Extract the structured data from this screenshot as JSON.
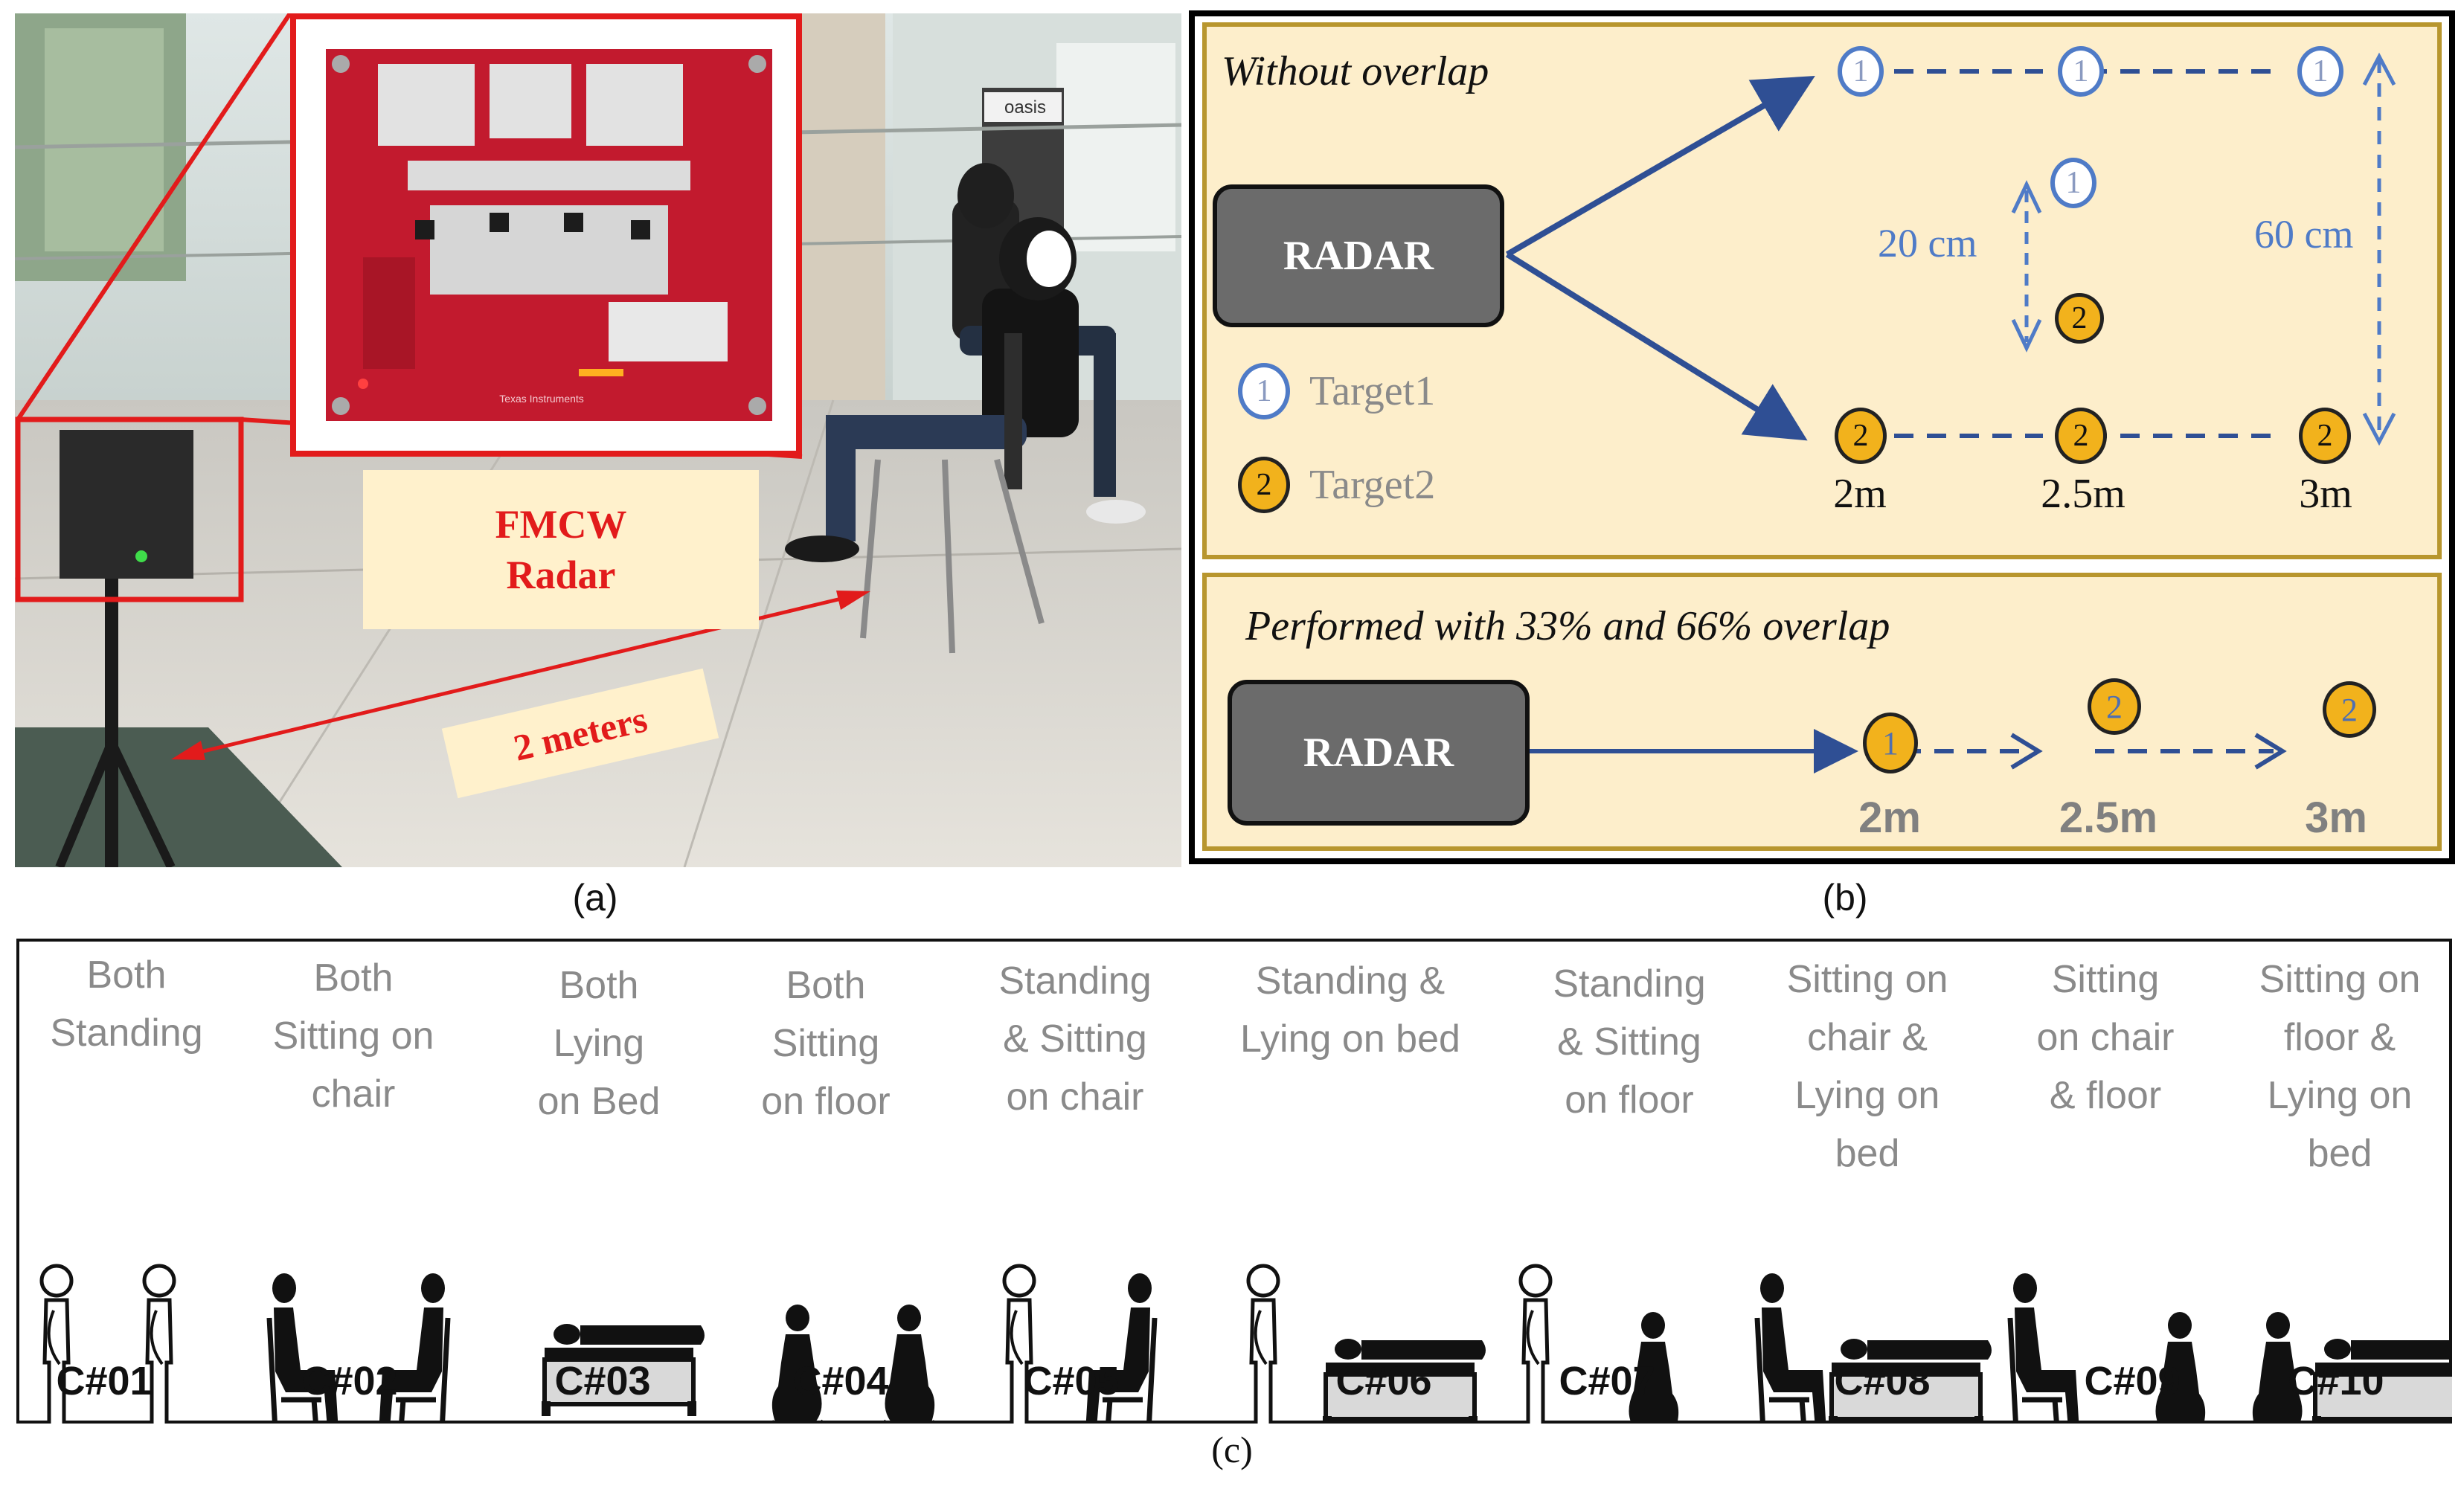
{
  "panel_a": {
    "radar_label_line1": "FMCW",
    "radar_label_line2": "Radar",
    "distance_label": "2 meters",
    "caption": "(a)",
    "board_text": "Texas Instruments",
    "sign_text": "oasis"
  },
  "panel_b": {
    "caption": "(b)",
    "top": {
      "title": "Without overlap",
      "radar_label": "RADAR",
      "target1_num": "1",
      "target2_num": "2",
      "legend": [
        {
          "num": "1",
          "label": "Target1"
        },
        {
          "num": "2",
          "label": "Target2"
        }
      ],
      "distances": [
        "2m",
        "2.5m",
        "3m"
      ],
      "vertical_gap_label": "20 cm",
      "height_label": "60 cm"
    },
    "bottom": {
      "title": "Performed with 33% and 66% overlap",
      "radar_label": "RADAR",
      "distances": [
        "2m",
        "2.5m",
        "3m"
      ],
      "target1_num": "1",
      "target2_num": "2"
    },
    "colors": {
      "panel_fill": "#fdeecb",
      "panel_border": "#b8962e",
      "arrow": "#2f4f94",
      "target1_ring": "#4f7bc7",
      "target2_fill": "#f2b21c",
      "radar_box": "#6b6b6b"
    }
  },
  "panel_c": {
    "caption": "(c)",
    "classes": [
      {
        "code": "C#01",
        "desc_lines": [
          "Both",
          "Standing"
        ]
      },
      {
        "code": "C#02",
        "desc_lines": [
          "Both",
          "Sitting on",
          "chair"
        ]
      },
      {
        "code": "C#03",
        "desc_lines": [
          "Both",
          "Lying",
          "on Bed"
        ]
      },
      {
        "code": "C#04",
        "desc_lines": [
          "Both",
          "Sitting",
          "on floor"
        ]
      },
      {
        "code": "C#05",
        "desc_lines": [
          "Standing",
          "& Sitting",
          "on chair"
        ]
      },
      {
        "code": "C#06",
        "desc_lines": [
          "Standing &",
          "Lying on bed"
        ]
      },
      {
        "code": "C#07",
        "desc_lines": [
          "Standing",
          "& Sitting",
          "on floor"
        ]
      },
      {
        "code": "C#08",
        "desc_lines": [
          "Sitting on",
          "chair &",
          "Lying on",
          "bed"
        ]
      },
      {
        "code": "C#09",
        "desc_lines": [
          "Sitting",
          "on chair",
          "& floor"
        ]
      },
      {
        "code": "C#10",
        "desc_lines": [
          "Sitting on",
          "floor &",
          "Lying on",
          "bed"
        ]
      }
    ]
  }
}
